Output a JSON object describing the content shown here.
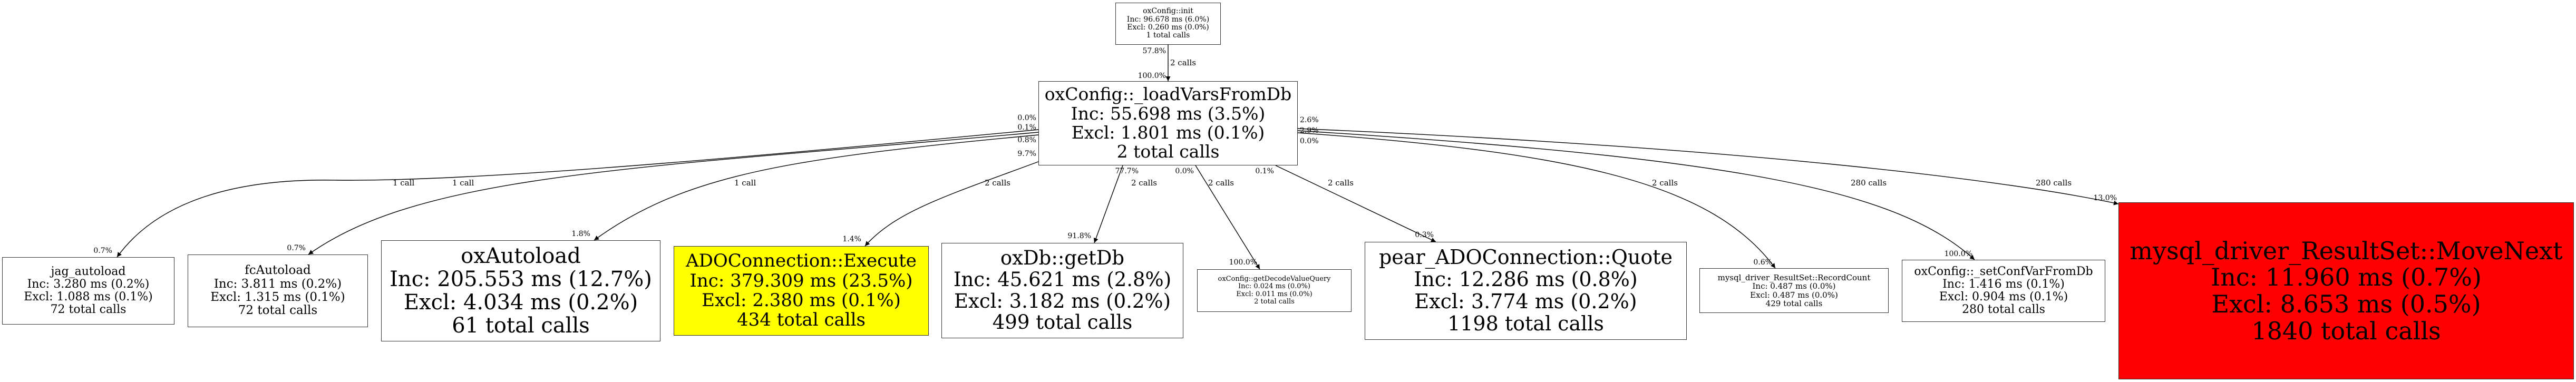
{
  "colors": {
    "highlight_yellow": "#ffff00",
    "hot_red": "#ff0000",
    "edge": "#000000"
  },
  "nodes": {
    "init": {
      "name": "oxConfig::init",
      "inc": "Inc: 96.678 ms (6.0%)",
      "excl": "Excl: 0.260 ms (0.0%)",
      "calls": "1 total calls"
    },
    "main": {
      "name": "oxConfig::_loadVarsFromDb",
      "inc": "Inc: 55.698 ms (3.5%)",
      "excl": "Excl: 1.801 ms (0.1%)",
      "calls": "2 total calls"
    },
    "jag": {
      "name": "jag_autoload",
      "inc": "Inc: 3.280 ms (0.2%)",
      "excl": "Excl: 1.088 ms (0.1%)",
      "calls": "72 total calls"
    },
    "fc": {
      "name": "fcAutoload",
      "inc": "Inc: 3.811 ms (0.2%)",
      "excl": "Excl: 1.315 ms (0.1%)",
      "calls": "72 total calls"
    },
    "oxautoload": {
      "name": "oxAutoload",
      "inc": "Inc: 205.553 ms (12.7%)",
      "excl": "Excl: 4.034 ms (0.2%)",
      "calls": "61 total calls"
    },
    "execute": {
      "name": "ADOConnection::Execute",
      "inc": "Inc: 379.309 ms (23.5%)",
      "excl": "Excl: 2.380 ms (0.1%)",
      "calls": "434 total calls"
    },
    "getdb": {
      "name": "oxDb::getDb",
      "inc": "Inc: 45.621 ms (2.8%)",
      "excl": "Excl: 3.182 ms (0.2%)",
      "calls": "499 total calls"
    },
    "decode": {
      "name": "oxConfig::getDecodeValueQuery",
      "inc": "Inc: 0.024 ms (0.0%)",
      "excl": "Excl: 0.011 ms (0.0%)",
      "calls": "2 total calls"
    },
    "quote": {
      "name": "pear_ADOConnection::Quote",
      "inc": "Inc: 12.286 ms (0.8%)",
      "excl": "Excl: 3.774 ms (0.2%)",
      "calls": "1198 total calls"
    },
    "recordcount": {
      "name": "mysql_driver_ResultSet::RecordCount",
      "inc": "Inc: 0.487 ms (0.0%)",
      "excl": "Excl: 0.487 ms (0.0%)",
      "calls": "429 total calls"
    },
    "setconf": {
      "name": "oxConfig::_setConfVarFromDb",
      "inc": "Inc: 1.416 ms (0.1%)",
      "excl": "Excl: 0.904 ms (0.1%)",
      "calls": "280 total calls"
    },
    "movenext": {
      "name": "mysql_driver_ResultSet::MoveNext",
      "inc": "Inc: 11.960 ms (0.7%)",
      "excl": "Excl: 8.653 ms (0.5%)",
      "calls": "1840 total calls"
    }
  },
  "edges": {
    "init_main": {
      "calls": "2 calls",
      "src_pct": "57.8%",
      "dst_pct": "100.0%"
    },
    "main_jag": {
      "calls": "1 call",
      "src_pct": "0.0%",
      "dst_pct": "0.7%"
    },
    "main_fc": {
      "calls": "1 call",
      "src_pct": "0.1%",
      "dst_pct": "0.7%"
    },
    "main_oxautoload": {
      "calls": "1 call",
      "src_pct": "0.8%",
      "dst_pct": "1.8%"
    },
    "main_execute": {
      "calls": "2 calls",
      "src_pct": "9.7%",
      "dst_pct": "1.4%"
    },
    "main_getdb": {
      "calls": "2 calls",
      "src_pct": "77.7%",
      "dst_pct": "91.8%"
    },
    "main_decode": {
      "calls": "2 calls",
      "src_pct": "0.0%",
      "dst_pct": "100.0%"
    },
    "main_quote": {
      "calls": "2 calls",
      "src_pct": "0.1%",
      "dst_pct": "0.3%"
    },
    "main_recordcount": {
      "calls": "2 calls",
      "src_pct": "0.0%",
      "dst_pct": "0.6%"
    },
    "main_setconf": {
      "calls": "280 calls",
      "src_pct": "2.9%",
      "dst_pct": "100.0%"
    },
    "main_movenext": {
      "calls": "280 calls",
      "src_pct": "2.6%",
      "dst_pct": "13.0%"
    }
  }
}
